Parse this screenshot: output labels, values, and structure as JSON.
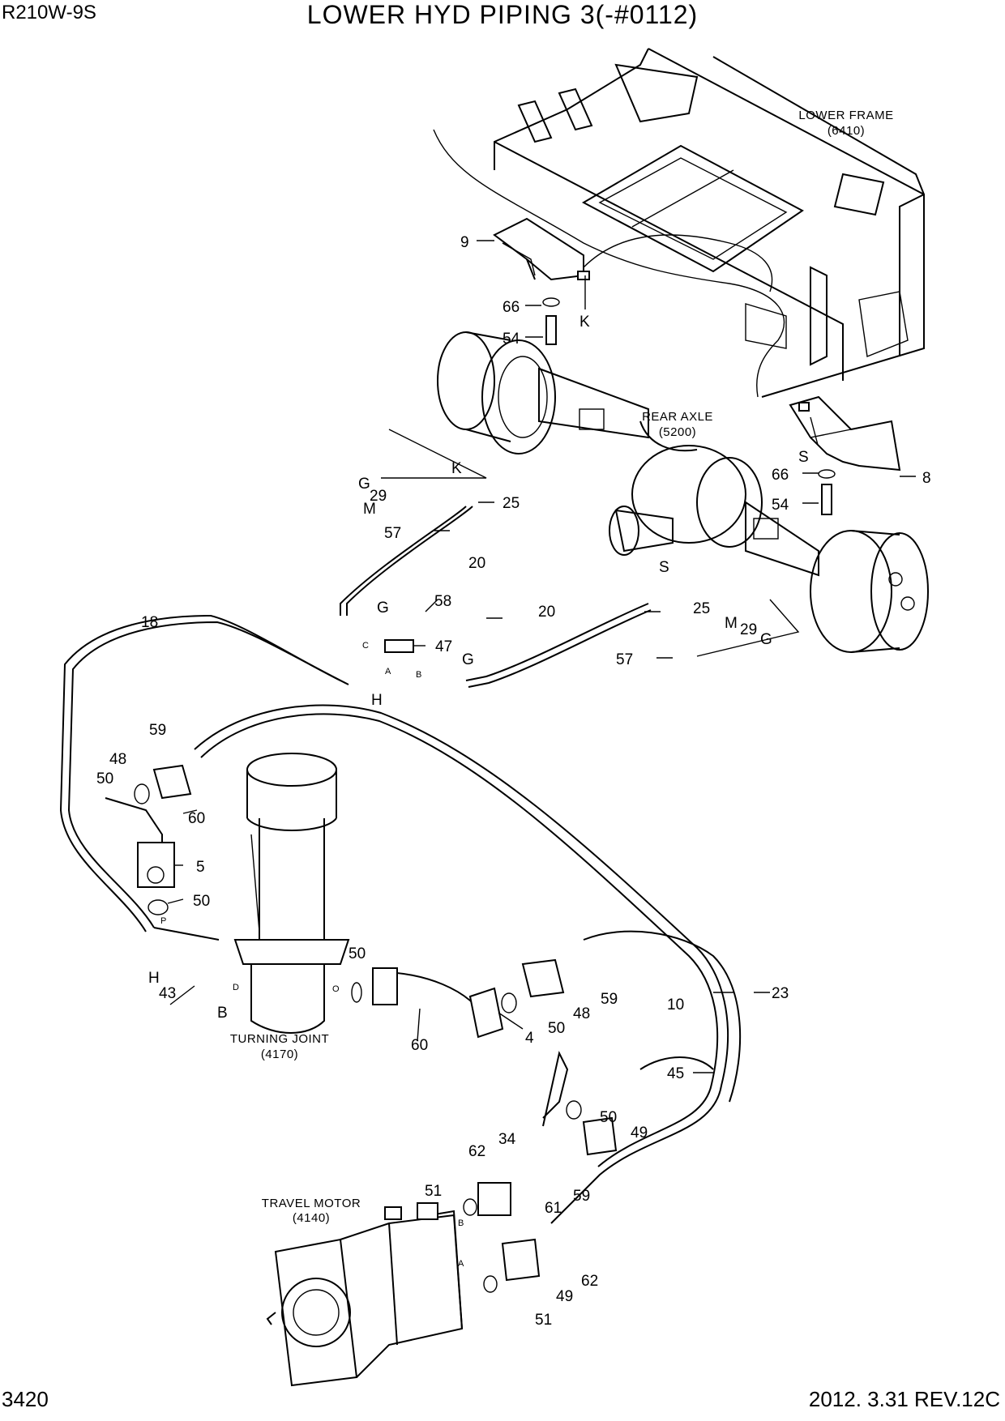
{
  "header": {
    "model": "R210W-9S",
    "title": "LOWER HYD PIPING 3(-#0112)"
  },
  "footer": {
    "page_number": "3420",
    "revision": "2012. 3.31  REV.12C"
  },
  "component_captions": {
    "lower_frame": "LOWER FRAME",
    "lower_frame_code": "(6410)",
    "rear_axle": "REAR AXLE",
    "rear_axle_code": "(5200)",
    "turning_joint": "TURNING JOINT",
    "turning_joint_code": "(4170)",
    "travel_motor": "TRAVEL MOTOR",
    "travel_motor_code": "(4140)"
  },
  "callouts": [
    "9",
    "66",
    "K",
    "54",
    "66",
    "8",
    "54",
    "S",
    "G",
    "29",
    "M",
    "K",
    "25",
    "57",
    "20",
    "G",
    "58",
    "C",
    "47",
    "G",
    "A",
    "B",
    "H",
    "20",
    "S",
    "25",
    "M",
    "29",
    "G",
    "57",
    "18",
    "59",
    "48",
    "50",
    "60",
    "5",
    "50",
    "P",
    "50",
    "H",
    "43",
    "B",
    "D",
    "O",
    "60",
    "4",
    "50",
    "48",
    "59",
    "10",
    "23",
    "45",
    "50",
    "49",
    "34",
    "62",
    "59",
    "51",
    "61",
    "B",
    "62",
    "A",
    "49",
    "51"
  ]
}
